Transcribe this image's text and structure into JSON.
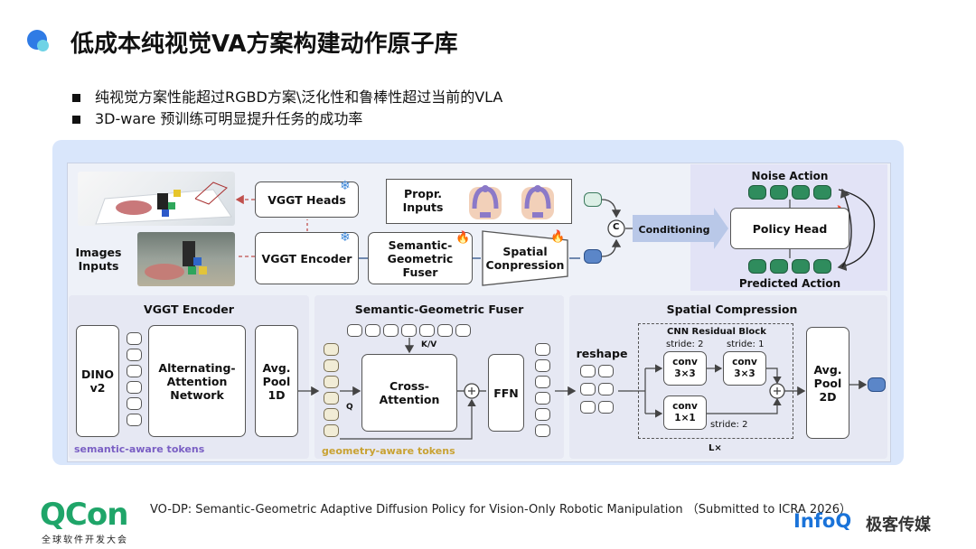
{
  "title": "低成本纯视觉VA方案构建动作原子库",
  "bullets": [
    "纯视觉方案性能超过RGBD方案\\泛化性和鲁棒性超过当前的VLA",
    "3D-ware 预训练可明显提升任务的成功率"
  ],
  "diagram": {
    "images_inputs": "Images\nInputs",
    "vggt_heads": "VGGT Heads",
    "vggt_encoder": "VGGT Encoder",
    "propr_inputs": "Propr.\nInputs",
    "semantic_geometric_fuser": "Semantic-\nGeometric\nFuser",
    "spatial_compression": "Spatial\nConpression",
    "concat_symbol": "C",
    "conditioning": "Conditioning",
    "noise_action": "Noise Action",
    "policy_head": "Policy Head",
    "predicted_action": "Predicted Action",
    "enc_title": "VGGT Encoder",
    "dino": "DINO\nv2",
    "alt_attn": "Alternating-\nAttention\nNetwork",
    "avg_pool_1d": "Avg.\nPool\n1D",
    "semantic_tokens": "semantic-aware tokens",
    "fuser_title": "Semantic-Geometric Fuser",
    "kv": "K/V",
    "q": "Q",
    "cross_attention": "Cross-\nAttention",
    "ffn": "FFN",
    "geometry_tokens": "geometry-aware tokens",
    "sc_title": "Spatial Compression",
    "reshape": "reshape",
    "cnn_block": "CNN Residual Block",
    "stride2": "stride: 2",
    "stride1": "stride: 1",
    "conv33a": "conv\n3×3",
    "conv33b": "conv\n3×3",
    "conv11": "conv\n1×1",
    "stride2b": "stride: 2",
    "lx": "L×",
    "avg_pool_2d": "Avg.\nPool\n2D",
    "plus": "+"
  },
  "footer": {
    "caption": "VO-DP: Semantic-Geometric Adaptive Diffusion Policy for  Vision-Only Robotic Manipulation  （Submitted to ICRA 2026）",
    "qcon": "QCon",
    "qcon_sub": "全球软件开发大会",
    "infoq": "InfoQ",
    "jike": "极客传媒"
  },
  "colors": {
    "accent_blue": "#2f7be5",
    "token_green": "#2f8c5d",
    "token_blue": "#5b86c8",
    "semantic_label": "#7a5fc4",
    "geometry_label": "#c9a233",
    "fire": "#e8452c",
    "snow": "#3b86d8"
  }
}
